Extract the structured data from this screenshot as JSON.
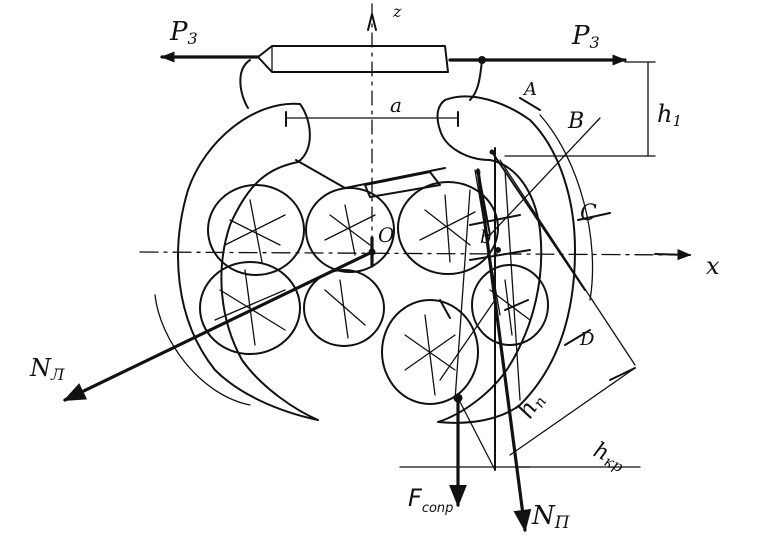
{
  "labels": {
    "force_left": "P",
    "force_left_sub": "3",
    "force_right": "P",
    "force_right_sub": "3",
    "axis_z": "z",
    "axis_x": "x",
    "dim_a": "a",
    "dim_h1": "h",
    "dim_h1_sub": "1",
    "point_A": "A",
    "point_B": "B",
    "point_C": "C",
    "point_O": "O",
    "point_b": "b",
    "point_D": "D",
    "force_NL": "N",
    "force_NL_sub": "Л",
    "force_NP": "N",
    "force_NP_sub": "П",
    "force_F": "F",
    "force_F_sub": "conp",
    "dim_hp": "h",
    "dim_hp_sub": "п",
    "dim_hkp": "h",
    "dim_hkp_sub": "кр"
  }
}
